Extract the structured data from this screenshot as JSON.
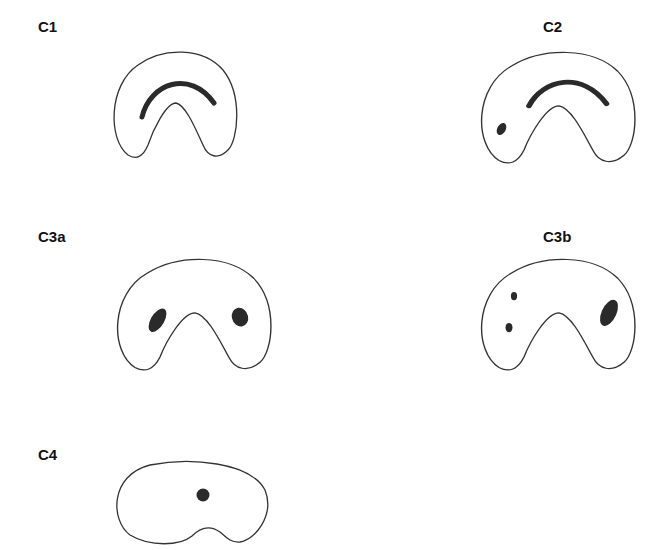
{
  "diagram": {
    "labels": [
      "C1",
      "C2",
      "C3a",
      "C3b",
      "C4"
    ]
  }
}
